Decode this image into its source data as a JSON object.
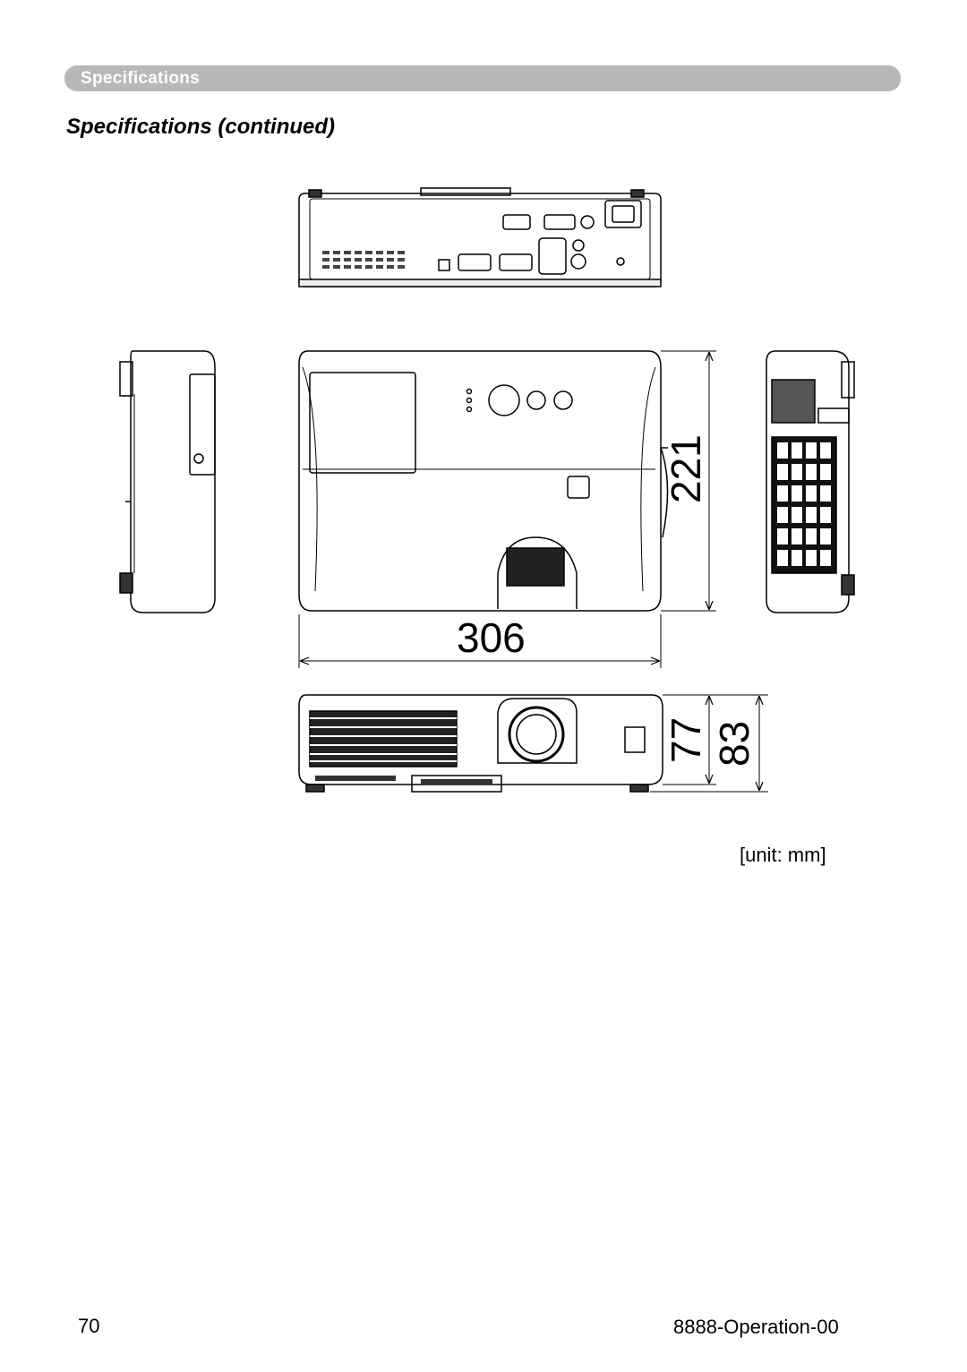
{
  "header": {
    "section_label": "Specifications",
    "title": "Specifications (continued)"
  },
  "figure": {
    "views": [
      "rear-view",
      "left-side-view",
      "top-view",
      "right-side-view",
      "front-view"
    ],
    "dimensions": {
      "width": "306",
      "depth": "221",
      "height_body": "77",
      "height_total": "83"
    },
    "unit_label": "[unit: mm]"
  },
  "footer": {
    "page_number": "70",
    "doc_code": "8888-Operation-00"
  }
}
